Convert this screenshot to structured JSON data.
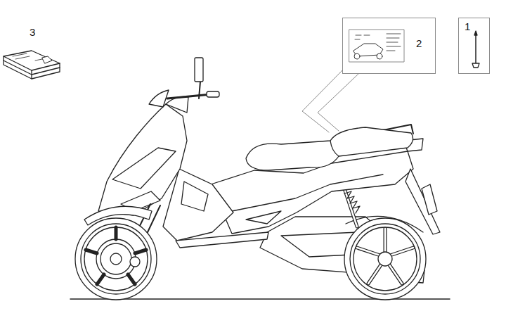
{
  "diagram": {
    "nodes": [
      {
        "text": [
          "2"
        ]
      },
      {
        "text": [
          "1"
        ]
      }
    ],
    "labels": [
      "3"
    ]
  }
}
